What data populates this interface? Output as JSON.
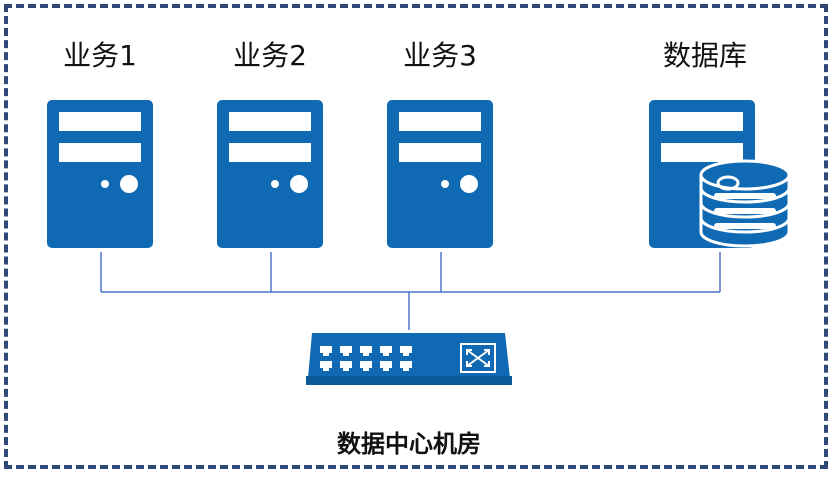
{
  "labels": {
    "biz1": "业务1",
    "biz2": "业务2",
    "biz3": "业务3",
    "db": "数据库"
  },
  "caption": "数据中心机房",
  "colors": {
    "frame": "#2f4a78",
    "server": "#106ab3",
    "line": "#4f74c7"
  }
}
